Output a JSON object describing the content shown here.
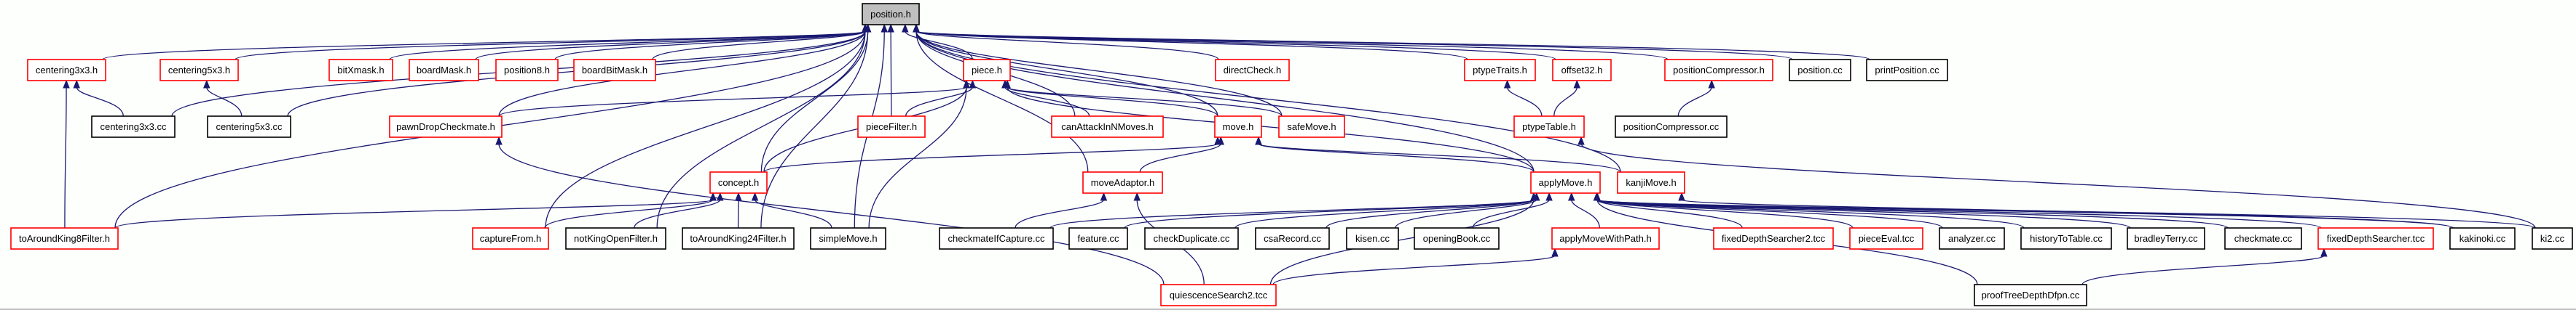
{
  "title": "position.h include dependency graph",
  "colors": {
    "edge": "#191970",
    "focus_fill": "#bfbfbf",
    "focus_border": "#000000",
    "header_border": "#ff0000",
    "source_border": "#000000",
    "node_fill": "#ffffff"
  },
  "nodes": [
    {
      "id": "position_h",
      "label": "position.h",
      "kind": "focus"
    },
    {
      "id": "centering3x3_h",
      "label": "centering3x3.h",
      "kind": "header"
    },
    {
      "id": "centering5x3_h",
      "label": "centering5x3.h",
      "kind": "header"
    },
    {
      "id": "bitXmask_h",
      "label": "bitXmask.h",
      "kind": "header"
    },
    {
      "id": "boardMask_h",
      "label": "boardMask.h",
      "kind": "header"
    },
    {
      "id": "position8_h",
      "label": "position8.h",
      "kind": "header"
    },
    {
      "id": "boardBitMask_h",
      "label": "boardBitMask.h",
      "kind": "header"
    },
    {
      "id": "piece_h",
      "label": "piece.h",
      "kind": "header"
    },
    {
      "id": "directCheck_h",
      "label": "directCheck.h",
      "kind": "header"
    },
    {
      "id": "ptypeTraits_h",
      "label": "ptypeTraits.h",
      "kind": "header"
    },
    {
      "id": "offset32_h",
      "label": "offset32.h",
      "kind": "header"
    },
    {
      "id": "positionCompressor_h",
      "label": "positionCompressor.h",
      "kind": "header"
    },
    {
      "id": "position_cc",
      "label": "position.cc",
      "kind": "source"
    },
    {
      "id": "printPosition_cc",
      "label": "printPosition.cc",
      "kind": "source"
    },
    {
      "id": "centering3x3_cc",
      "label": "centering3x3.cc",
      "kind": "source"
    },
    {
      "id": "centering5x3_cc",
      "label": "centering5x3.cc",
      "kind": "source"
    },
    {
      "id": "pawnDropCheckmate_h",
      "label": "pawnDropCheckmate.h",
      "kind": "header"
    },
    {
      "id": "pieceFilter_h",
      "label": "pieceFilter.h",
      "kind": "header"
    },
    {
      "id": "canAttackInNMoves_h",
      "label": "canAttackInNMoves.h",
      "kind": "header"
    },
    {
      "id": "move_h",
      "label": "move.h",
      "kind": "header"
    },
    {
      "id": "safeMove_h",
      "label": "safeMove.h",
      "kind": "header"
    },
    {
      "id": "ptypeTable_h",
      "label": "ptypeTable.h",
      "kind": "header"
    },
    {
      "id": "positionCompressor_cc",
      "label": "positionCompressor.cc",
      "kind": "source"
    },
    {
      "id": "concept_h",
      "label": "concept.h",
      "kind": "header"
    },
    {
      "id": "moveAdaptor_h",
      "label": "moveAdaptor.h",
      "kind": "header"
    },
    {
      "id": "applyMove_h",
      "label": "applyMove.h",
      "kind": "header"
    },
    {
      "id": "kanjiMove_h",
      "label": "kanjiMove.h",
      "kind": "header"
    },
    {
      "id": "toAroundKing8Filter_h",
      "label": "toAroundKing8Filter.h",
      "kind": "header"
    },
    {
      "id": "captureFrom_h",
      "label": "captureFrom.h",
      "kind": "header"
    },
    {
      "id": "notKingOpenFilter_h",
      "label": "notKingOpenFilter.h",
      "kind": "source"
    },
    {
      "id": "toAroundKing24Filter_h",
      "label": "toAroundKing24Filter.h",
      "kind": "source"
    },
    {
      "id": "simpleMove_h",
      "label": "simpleMove.h",
      "kind": "source"
    },
    {
      "id": "checkmateIfCapture_cc",
      "label": "checkmateIfCapture.cc",
      "kind": "source"
    },
    {
      "id": "feature_cc",
      "label": "feature.cc",
      "kind": "source"
    },
    {
      "id": "checkDuplicate_cc",
      "label": "checkDuplicate.cc",
      "kind": "source"
    },
    {
      "id": "csaRecord_cc",
      "label": "csaRecord.cc",
      "kind": "source"
    },
    {
      "id": "kisen_cc",
      "label": "kisen.cc",
      "kind": "source"
    },
    {
      "id": "openingBook_cc",
      "label": "openingBook.cc",
      "kind": "source"
    },
    {
      "id": "applyMoveWithPath_h",
      "label": "applyMoveWithPath.h",
      "kind": "header"
    },
    {
      "id": "fixedDepthSearcher2_tcc",
      "label": "fixedDepthSearcher2.tcc",
      "kind": "header"
    },
    {
      "id": "pieceEval_tcc",
      "label": "pieceEval.tcc",
      "kind": "header"
    },
    {
      "id": "analyzer_cc",
      "label": "analyzer.cc",
      "kind": "source"
    },
    {
      "id": "historyToTable_cc",
      "label": "historyToTable.cc",
      "kind": "source"
    },
    {
      "id": "bradleyTerry_cc",
      "label": "bradleyTerry.cc",
      "kind": "source"
    },
    {
      "id": "checkmate_cc",
      "label": "checkmate.cc",
      "kind": "source"
    },
    {
      "id": "fixedDepthSearcher_tcc",
      "label": "fixedDepthSearcher.tcc",
      "kind": "header"
    },
    {
      "id": "kakinoki_cc",
      "label": "kakinoki.cc",
      "kind": "source"
    },
    {
      "id": "ki2_cc",
      "label": "ki2.cc",
      "kind": "source"
    },
    {
      "id": "quiescenceSearch2_tcc",
      "label": "quiescenceSearch2.tcc",
      "kind": "header"
    },
    {
      "id": "proofTreeDepthDfpn_cc",
      "label": "proofTreeDepthDfpn.cc",
      "kind": "source"
    }
  ],
  "edges": [
    [
      "centering3x3_h",
      "position_h"
    ],
    [
      "centering5x3_h",
      "position_h"
    ],
    [
      "bitXmask_h",
      "position_h"
    ],
    [
      "boardMask_h",
      "position_h"
    ],
    [
      "position8_h",
      "position_h"
    ],
    [
      "boardBitMask_h",
      "position_h"
    ],
    [
      "piece_h",
      "position_h"
    ],
    [
      "directCheck_h",
      "position_h"
    ],
    [
      "ptypeTraits_h",
      "position_h"
    ],
    [
      "offset32_h",
      "position_h"
    ],
    [
      "positionCompressor_h",
      "position_h"
    ],
    [
      "position_cc",
      "position_h"
    ],
    [
      "printPosition_cc",
      "position_h"
    ],
    [
      "centering3x3_cc",
      "position_h"
    ],
    [
      "centering5x3_cc",
      "position_h"
    ],
    [
      "pawnDropCheckmate_h",
      "position_h"
    ],
    [
      "pieceFilter_h",
      "position_h"
    ],
    [
      "canAttackInNMoves_h",
      "position_h"
    ],
    [
      "move_h",
      "position_h"
    ],
    [
      "safeMove_h",
      "position_h"
    ],
    [
      "concept_h",
      "position_h"
    ],
    [
      "moveAdaptor_h",
      "position_h"
    ],
    [
      "applyMove_h",
      "position_h"
    ],
    [
      "kanjiMove_h",
      "position_h"
    ],
    [
      "toAroundKing8Filter_h",
      "position_h"
    ],
    [
      "captureFrom_h",
      "position_h"
    ],
    [
      "notKingOpenFilter_h",
      "position_h"
    ],
    [
      "toAroundKing24Filter_h",
      "position_h"
    ],
    [
      "simpleMove_h",
      "position_h"
    ],
    [
      "centering3x3_cc",
      "centering3x3_h"
    ],
    [
      "toAroundKing8Filter_h",
      "centering3x3_h"
    ],
    [
      "centering5x3_cc",
      "centering5x3_h"
    ],
    [
      "pawnDropCheckmate_h",
      "piece_h"
    ],
    [
      "pieceFilter_h",
      "piece_h"
    ],
    [
      "canAttackInNMoves_h",
      "piece_h"
    ],
    [
      "move_h",
      "piece_h"
    ],
    [
      "safeMove_h",
      "piece_h"
    ],
    [
      "concept_h",
      "piece_h"
    ],
    [
      "simpleMove_h",
      "piece_h"
    ],
    [
      "applyMove_h",
      "piece_h"
    ],
    [
      "ptypeTable_h",
      "ptypeTraits_h"
    ],
    [
      "ptypeTable_h",
      "offset32_h"
    ],
    [
      "positionCompressor_cc",
      "positionCompressor_h"
    ],
    [
      "concept_h",
      "move_h"
    ],
    [
      "moveAdaptor_h",
      "move_h"
    ],
    [
      "applyMove_h",
      "move_h"
    ],
    [
      "kanjiMove_h",
      "move_h"
    ],
    [
      "toAroundKing8Filter_h",
      "concept_h"
    ],
    [
      "captureFrom_h",
      "concept_h"
    ],
    [
      "notKingOpenFilter_h",
      "concept_h"
    ],
    [
      "toAroundKing24Filter_h",
      "concept_h"
    ],
    [
      "simpleMove_h",
      "concept_h"
    ],
    [
      "checkmateIfCapture_cc",
      "moveAdaptor_h"
    ],
    [
      "quiescenceSearch2_tcc",
      "moveAdaptor_h"
    ],
    [
      "ki2_cc",
      "ptypeTable_h"
    ],
    [
      "kakinoki_cc",
      "kanjiMove_h"
    ],
    [
      "checkmateIfCapture_cc",
      "applyMove_h"
    ],
    [
      "feature_cc",
      "applyMove_h"
    ],
    [
      "checkDuplicate_cc",
      "applyMove_h"
    ],
    [
      "csaRecord_cc",
      "applyMove_h"
    ],
    [
      "kisen_cc",
      "applyMove_h"
    ],
    [
      "openingBook_cc",
      "applyMove_h"
    ],
    [
      "applyMoveWithPath_h",
      "applyMove_h"
    ],
    [
      "fixedDepthSearcher2_tcc",
      "applyMove_h"
    ],
    [
      "pieceEval_tcc",
      "applyMove_h"
    ],
    [
      "analyzer_cc",
      "applyMove_h"
    ],
    [
      "historyToTable_cc",
      "applyMove_h"
    ],
    [
      "bradleyTerry_cc",
      "applyMove_h"
    ],
    [
      "checkmate_cc",
      "applyMove_h"
    ],
    [
      "fixedDepthSearcher_tcc",
      "applyMove_h"
    ],
    [
      "kakinoki_cc",
      "applyMove_h"
    ],
    [
      "ki2_cc",
      "applyMove_h"
    ],
    [
      "quiescenceSearch2_tcc",
      "applyMove_h"
    ],
    [
      "proofTreeDepthDfpn_cc",
      "applyMove_h"
    ],
    [
      "quiescenceSearch2_tcc",
      "applyMoveWithPath_h"
    ],
    [
      "proofTreeDepthDfpn_cc",
      "fixedDepthSearcher_tcc"
    ],
    [
      "quiescenceSearch2_tcc",
      "pawnDropCheckmate_h"
    ]
  ]
}
